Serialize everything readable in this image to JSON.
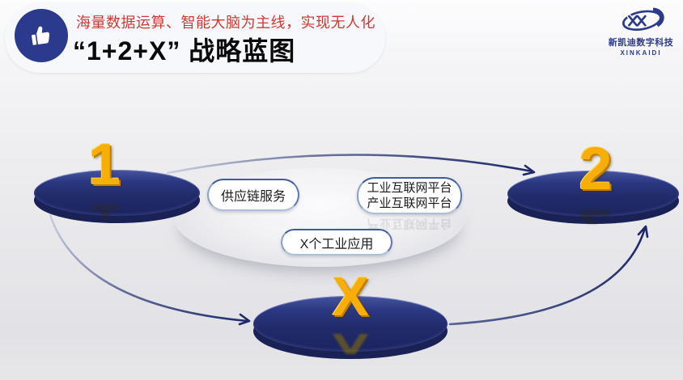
{
  "header": {
    "badge_icon": "thumbs-up-icon",
    "subtitle": "海量数据运算、智能大脑为主线，实现无人化",
    "title": "“1+2+X” 战略蓝图"
  },
  "logo": {
    "icon": "xinkaidi-swoosh-icon",
    "name_cn": "新凯迪数字科技",
    "name_en": "XINKAIDI"
  },
  "diagram": {
    "nodes": [
      {
        "id": "node-1",
        "number": "1",
        "position": "left-disk"
      },
      {
        "id": "node-2",
        "number": "2",
        "position": "right-disk"
      },
      {
        "id": "node-x",
        "number": "X",
        "position": "bottom-disk"
      }
    ],
    "pills": [
      {
        "id": "pill-supply-chain",
        "lines": [
          "供应链服务"
        ]
      },
      {
        "id": "pill-platforms",
        "lines": [
          "工业互联网平台",
          "产业互联网平台"
        ]
      },
      {
        "id": "pill-industrial-apps",
        "lines": [
          "X个工业应用"
        ]
      }
    ],
    "arrows": [
      {
        "from": "node-1",
        "to": "node-2",
        "shape": "top-arc"
      },
      {
        "from": "node-1",
        "to": "node-x",
        "shape": "lower-left-arc"
      },
      {
        "from": "node-x",
        "to": "node-2",
        "shape": "lower-right-arc"
      }
    ]
  },
  "colors": {
    "subtitle_red": "#cd3a33",
    "title_black": "#0a0a0a",
    "disk_navy": "#212b6a",
    "number_gold": "#f7ae08",
    "arrow_navy": "#1d2968",
    "logo_blue": "#2b3a8c",
    "background_gray": "#e9e9ec"
  }
}
